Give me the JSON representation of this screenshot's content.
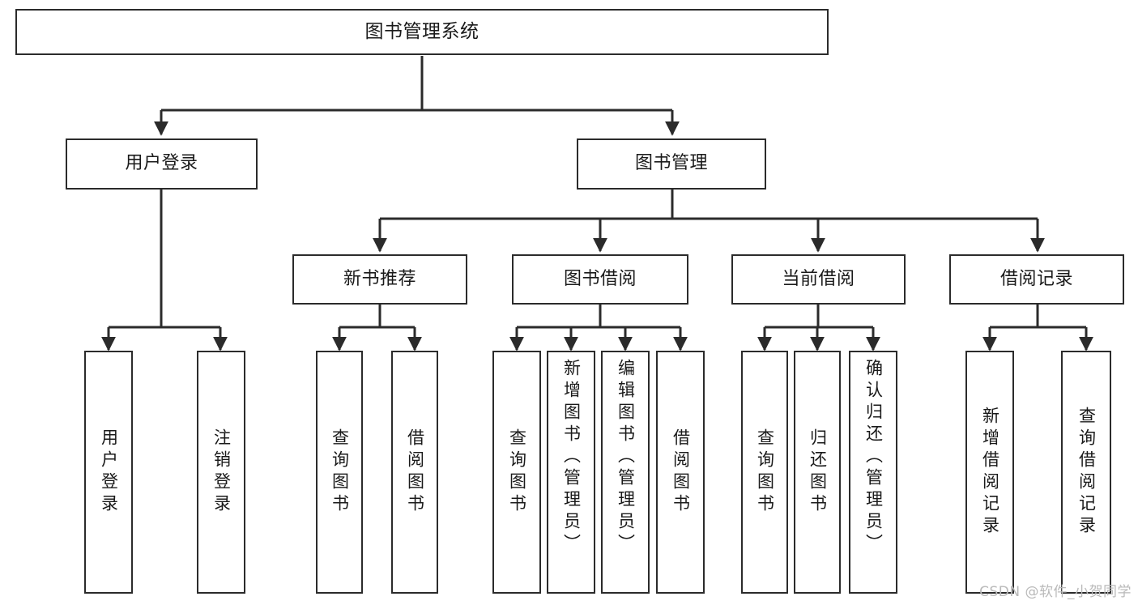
{
  "diagram": {
    "title": "图书管理系统",
    "type": "tree-hierarchy-diagram",
    "colors": {
      "box_border": "#2b2b2b",
      "box_fill": "#ffffff",
      "connector": "#2b2b2b",
      "text": "#1a1a1a",
      "watermark": "#b9b9b9",
      "background": "#ffffff"
    }
  },
  "watermark": {
    "text": "CSDN @软件_小贺同学"
  },
  "nodes": {
    "root": {
      "label": "图书管理系统"
    },
    "level1": [
      {
        "label": "用户登录"
      },
      {
        "label": "图书管理"
      }
    ],
    "level2": [
      {
        "label": "新书推荐"
      },
      {
        "label": "图书借阅"
      },
      {
        "label": "当前借阅"
      },
      {
        "label": "借阅记录"
      }
    ],
    "leaves": {
      "user_login": [
        {
          "label": "用户登录"
        },
        {
          "label": "注销登录"
        }
      ],
      "new_book_recommend": [
        {
          "label": "查询图书"
        },
        {
          "label": "借阅图书"
        }
      ],
      "book_borrow": [
        {
          "label": "查询图书"
        },
        {
          "label": "新增图书（管理员）"
        },
        {
          "label": "编辑图书（管理员）"
        },
        {
          "label": "借阅图书"
        }
      ],
      "current_borrow": [
        {
          "label": "查询图书"
        },
        {
          "label": "归还图书"
        },
        {
          "label": "确认归还（管理员）"
        }
      ],
      "borrow_record": [
        {
          "label": "新增借阅记录"
        },
        {
          "label": "查询借阅记录"
        }
      ]
    }
  }
}
